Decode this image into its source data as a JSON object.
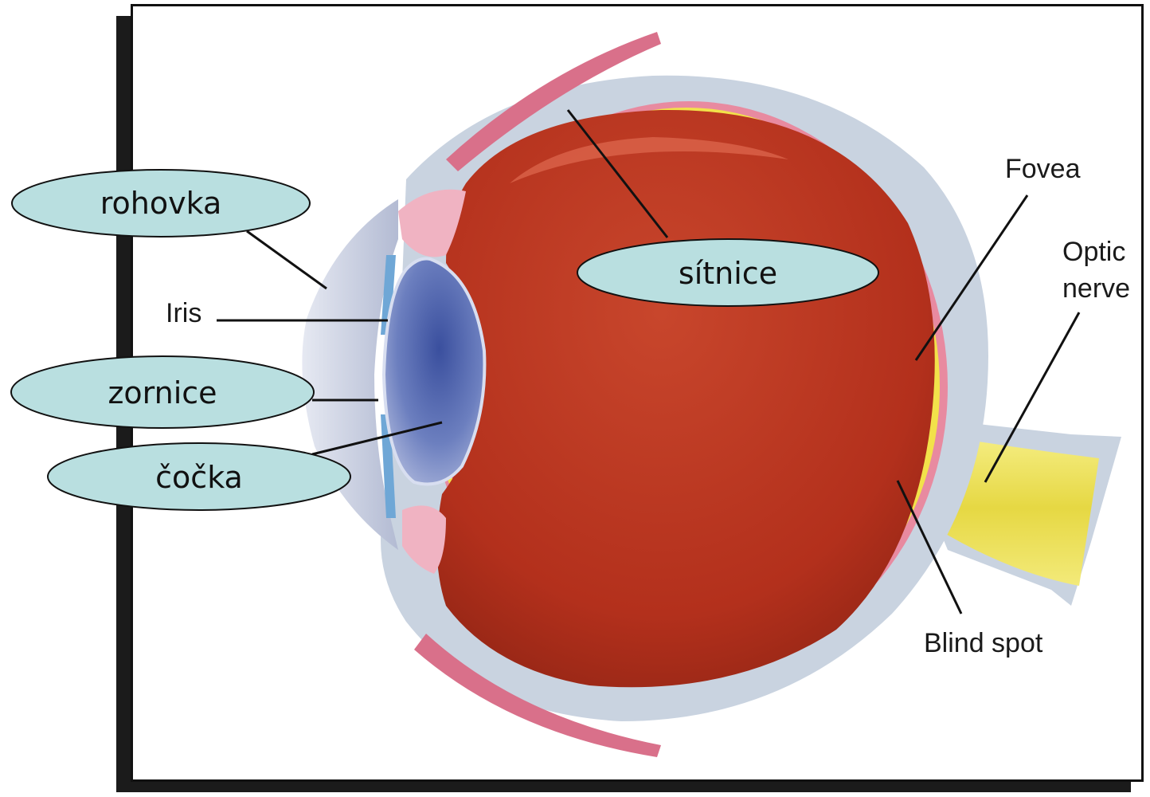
{
  "diagram": {
    "labels": {
      "iris": "Iris",
      "fovea": "Fovea",
      "optic_line1": "Optic",
      "optic_line2": "nerve",
      "blind_spot": "Blind spot"
    },
    "bubbles": {
      "rohovka": "rohovka",
      "zornice": "zornice",
      "cocka": "čočka",
      "sitnice": "sítnice"
    },
    "colors": {
      "bubble_fill": "#b9dfe0",
      "eyeball": "#b8331f",
      "sclera": "#c9d3e0",
      "retina_line": "#f2e24a",
      "lens": "#5b6fb3",
      "optic_nerve": "#f0e668",
      "muscle": "#d9708a"
    }
  }
}
